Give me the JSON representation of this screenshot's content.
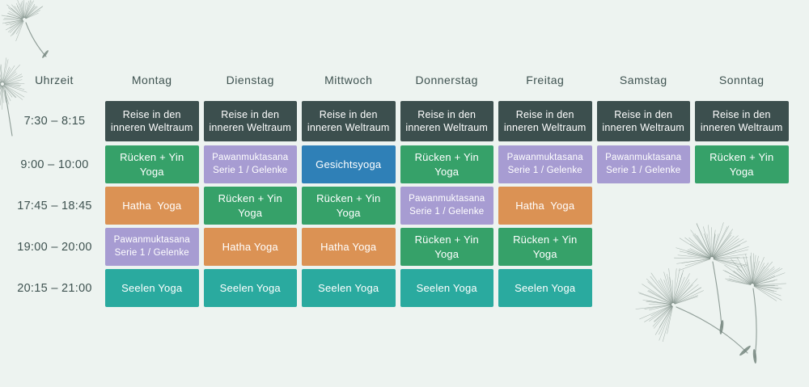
{
  "header": {
    "time_column_label": "Uhrzeit",
    "days": [
      "Montag",
      "Dienstag",
      "Mittwoch",
      "Donnerstag",
      "Freitag",
      "Samstag",
      "Sonntag"
    ]
  },
  "colors": {
    "background": "#EDF3F0",
    "heading_text": "#3E5250",
    "cell_text": "#FFFFFF",
    "course_dark": "#3C4F4E",
    "course_green": "#36A169",
    "course_purple": "#A79CD2",
    "course_blue": "#2F80B7",
    "course_orange": "#DB9254",
    "course_teal": "#2AAA9F",
    "decoration": "#76867F"
  },
  "courses": {
    "reise": {
      "label": "Reise in den inneren Weltraum",
      "color_key": "course_dark"
    },
    "ruecken": {
      "label": "Rücken + Yin Yoga",
      "color_key": "course_green"
    },
    "pawan": {
      "label": "Pawanmuktasana Serie 1 / Gelenke",
      "color_key": "course_purple"
    },
    "gesicht": {
      "label": "Gesichtsyoga",
      "color_key": "course_blue"
    },
    "hatha": {
      "label": "Hatha Yoga",
      "color_key": "course_orange"
    },
    "hatha2": {
      "label": "Hatha  Yoga",
      "color_key": "course_orange"
    },
    "seelen": {
      "label": "Seelen Yoga",
      "color_key": "course_teal"
    }
  },
  "schedule_rows": [
    {
      "time": "7:30 – 8:15",
      "cells": [
        "reise",
        "reise",
        "reise",
        "reise",
        "reise",
        "reise",
        "reise"
      ]
    },
    {
      "time": "9:00 – 10:00",
      "cells": [
        "ruecken",
        "pawan",
        "gesicht",
        "ruecken",
        "pawan",
        "pawan",
        "ruecken"
      ]
    },
    {
      "time": "17:45 – 18:45",
      "cells": [
        "hatha2",
        "ruecken",
        "ruecken",
        "pawan",
        "hatha2",
        null,
        null
      ]
    },
    {
      "time": "19:00 – 20:00",
      "cells": [
        "pawan",
        "hatha",
        "hatha",
        "ruecken",
        "ruecken",
        null,
        null
      ]
    },
    {
      "time": "20:15 – 21:00",
      "cells": [
        "seelen",
        "seelen",
        "seelen",
        "seelen",
        "seelen",
        null,
        null
      ]
    }
  ],
  "decorations": {
    "top_left": "dandelion-seeds",
    "bottom_right": "dandelion-seeds"
  },
  "chart_data": {
    "type": "table",
    "title": "",
    "columns": [
      "Uhrzeit",
      "Montag",
      "Dienstag",
      "Mittwoch",
      "Donnerstag",
      "Freitag",
      "Samstag",
      "Sonntag"
    ],
    "rows": [
      [
        "7:30 – 8:15",
        "Reise in den inneren Weltraum",
        "Reise in den inneren Weltraum",
        "Reise in den inneren Weltraum",
        "Reise in den inneren Weltraum",
        "Reise in den inneren Weltraum",
        "Reise in den inneren Weltraum",
        "Reise in den inneren Weltraum"
      ],
      [
        "9:00 – 10:00",
        "Rücken + Yin Yoga",
        "Pawanmuktasana Serie 1 / Gelenke",
        "Gesichtsyoga",
        "Rücken + Yin Yoga",
        "Pawanmuktasana Serie 1 / Gelenke",
        "Pawanmuktasana Serie 1 / Gelenke",
        "Rücken + Yin Yoga"
      ],
      [
        "17:45 – 18:45",
        "Hatha  Yoga",
        "Rücken + Yin Yoga",
        "Rücken + Yin Yoga",
        "Pawanmuktasana Serie 1 / Gelenke",
        "Hatha  Yoga",
        "",
        ""
      ],
      [
        "19:00 – 20:00",
        "Pawanmuktasana Serie 1 / Gelenke",
        "Hatha Yoga",
        "Hatha Yoga",
        "Rücken + Yin Yoga",
        "Rücken + Yin Yoga",
        "",
        ""
      ],
      [
        "20:15 – 21:00",
        "Seelen Yoga",
        "Seelen Yoga",
        "Seelen Yoga",
        "Seelen Yoga",
        "Seelen Yoga",
        "",
        ""
      ]
    ]
  }
}
